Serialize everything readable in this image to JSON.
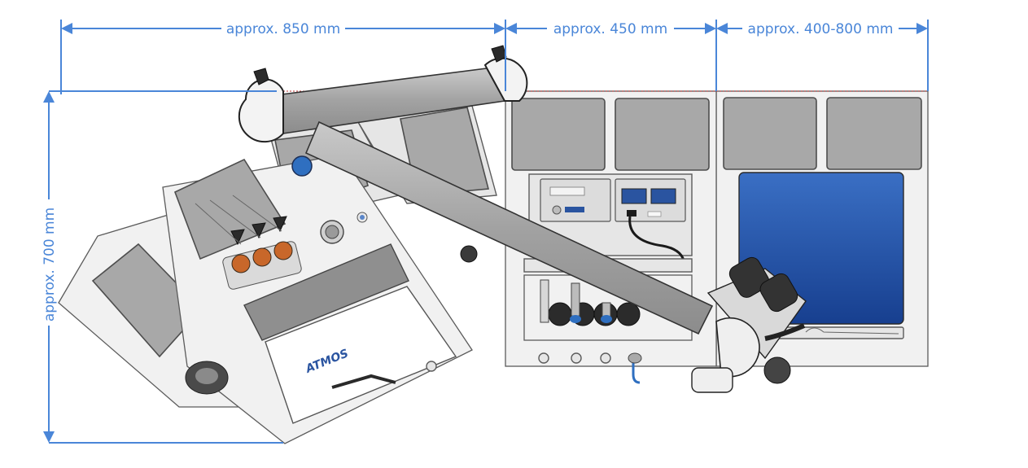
{
  "dimensions": {
    "width_main": "approx. 850 mm",
    "width_middle": "approx. 450 mm",
    "width_right": "approx. 400-800 mm",
    "depth": "approx. 700 mm"
  },
  "logo_text": "ATMOS",
  "colors": {
    "dimension_line": "#4a86d8",
    "cabinet_blue": "#1f4fa8",
    "instrument_copper": "#c8672a",
    "knob_blue": "#2f6fc0"
  }
}
